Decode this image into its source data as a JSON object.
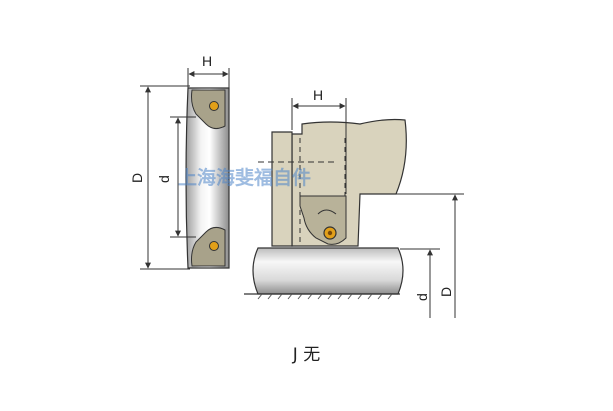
{
  "labels": {
    "left_width": "H",
    "left_outer": "D",
    "left_inner": "d",
    "right_width": "H",
    "right_inner": "d",
    "right_outer": "D"
  },
  "watermark": "上海海斐福自件",
  "caption": "J 无",
  "colors": {
    "line": "#333333",
    "housing": "#d9d3bd",
    "seal_body": "#b8b299",
    "rod_light": "#f0f0f0",
    "rod_dark": "#9a9a9a",
    "spring": "#e2a019",
    "watermark": "#4f86c9"
  }
}
